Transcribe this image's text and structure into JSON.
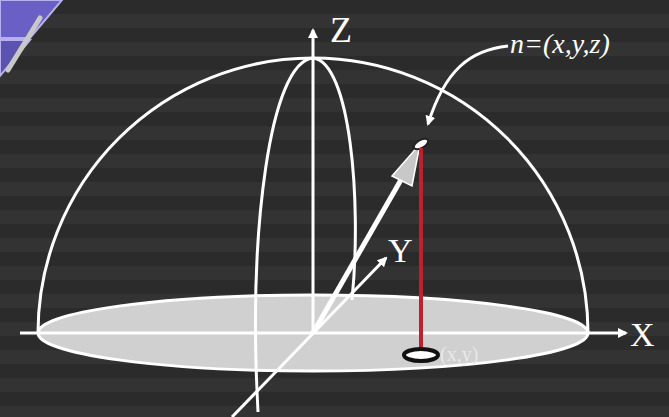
{
  "diagram": {
    "labels": [
      "Z",
      "n=(x,y,z)",
      "Y",
      "X",
      "(x,y)"
    ]
  }
}
